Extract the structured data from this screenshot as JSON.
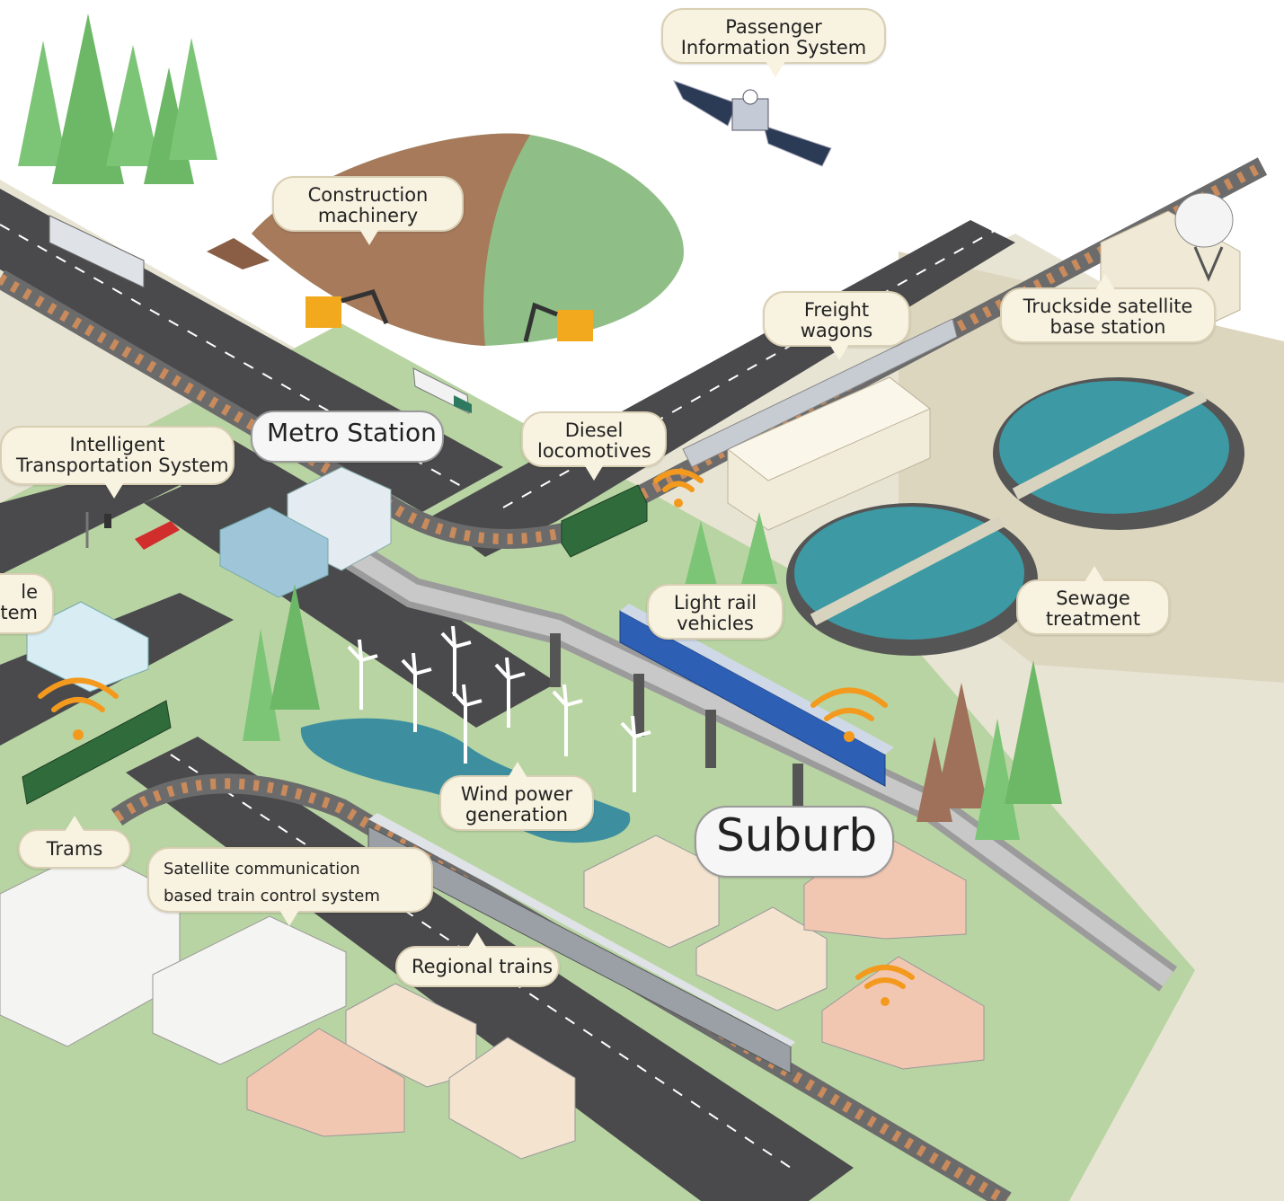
{
  "labels": {
    "passenger_info": [
      "Passenger",
      "Information System"
    ],
    "construction": [
      "Construction",
      "machinery"
    ],
    "freight": [
      "Freight",
      "wagons"
    ],
    "truckside": [
      "Truckside satellite",
      "base station"
    ],
    "metro": "Metro Station",
    "diesel": [
      "Diesel",
      "locomotives"
    ],
    "its": [
      "Intelligent",
      "Transportation System"
    ],
    "partial_left": [
      "le",
      "stem"
    ],
    "light_rail": [
      "Light rail",
      "vehicles"
    ],
    "sewage": [
      "Sewage",
      "treatment"
    ],
    "wind": [
      "Wind power",
      "generation"
    ],
    "suburb": "Suburb",
    "trams": "Trams",
    "satellite_comm": [
      "Satellite communication",
      "based train control system"
    ],
    "regional": "Regional trains"
  },
  "colors": {
    "road": "#4a4a4c",
    "grass": "#b7d3a1",
    "ground": "#e8e4d4",
    "tree": "#7cc576",
    "hill_brown": "#a67a5b",
    "hill_green": "#8fbf86",
    "water": "#3d99a3",
    "wifi": "#f39a1e",
    "light_rail": "#2d5fb4",
    "tram": "#2f6b3b",
    "callout_bg": "#f8f2e0"
  },
  "icons": [
    "satellite-icon",
    "wifi-icon",
    "wind-turbine-icon",
    "tree-icon",
    "excavator-icon",
    "satellite-dish-icon",
    "traffic-light-icon"
  ]
}
